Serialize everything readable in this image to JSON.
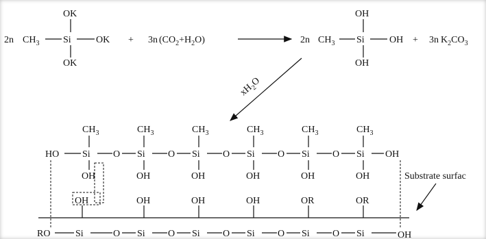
{
  "reaction": {
    "coef_2n": "2n",
    "coef_3n": "3n",
    "plus": "+",
    "ch3": "CH",
    "three": "3",
    "si": "Si",
    "ok": "OK",
    "oh": "OH",
    "co2_h2o_1": "(CO",
    "co2_h2o_2": "2",
    "co2_h2o_3": "+H",
    "co2_h2o_4": "2",
    "co2_h2o_5": "O)",
    "k2co3_1": "K",
    "k2co3_2": "2",
    "k2co3_3": "CO",
    "k2co3_4": "3",
    "xh2o_1": "xH",
    "xh2o_2": "2",
    "xh2o_3": "O"
  },
  "polymer": {
    "ho": "HO",
    "o": "O",
    "oh": "OH",
    "ch3": "CH",
    "three": "3",
    "si": "Si"
  },
  "substrate": {
    "ro": "RO",
    "or": "OR",
    "oh": "OH",
    "si": "Si",
    "o": "O",
    "label": "Substrate surfac"
  }
}
